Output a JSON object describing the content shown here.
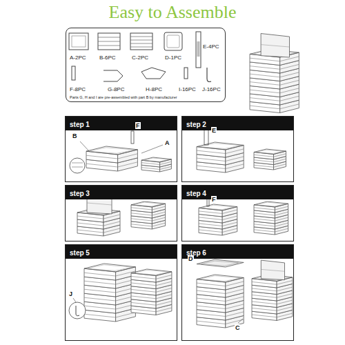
{
  "diagram": {
    "title": "Easy to Assemble",
    "nodes": [
      {
        "text": [
          "A-2PC",
          "B-6PC",
          "C-2PC",
          "D-1PC",
          "E-4PC",
          "F-8PC",
          "G-8PC",
          "H-8PC",
          "I-16PC",
          "J-16PC",
          "Parts G, H and I are pre-assembled with part B by manufacturer"
        ]
      },
      {
        "text": [
          "step 1"
        ]
      },
      {
        "text": [
          "step 2"
        ]
      },
      {
        "text": [
          "step 3"
        ]
      },
      {
        "text": [
          "step 4"
        ]
      },
      {
        "text": [
          "step 5"
        ]
      },
      {
        "text": [
          "step 6"
        ]
      }
    ],
    "labels": [
      "F",
      "B",
      "A",
      "E",
      "F",
      "J",
      "D",
      "C"
    ]
  }
}
